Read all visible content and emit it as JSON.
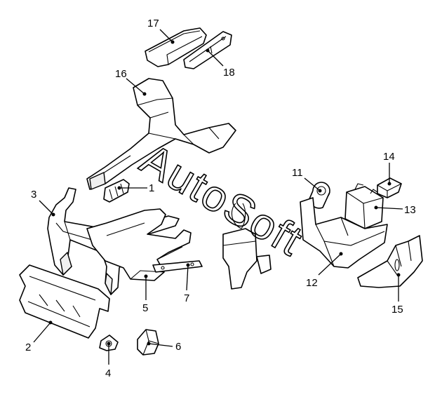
{
  "watermark": "AutoSoft",
  "callouts": [
    {
      "id": "1",
      "label": "1"
    },
    {
      "id": "2",
      "label": "2"
    },
    {
      "id": "3",
      "label": "3"
    },
    {
      "id": "4",
      "label": "4"
    },
    {
      "id": "5",
      "label": "5"
    },
    {
      "id": "6",
      "label": "6"
    },
    {
      "id": "7",
      "label": "7"
    },
    {
      "id": "11",
      "label": "11"
    },
    {
      "id": "12",
      "label": "12"
    },
    {
      "id": "13",
      "label": "13"
    },
    {
      "id": "14",
      "label": "14"
    },
    {
      "id": "15",
      "label": "15"
    },
    {
      "id": "16",
      "label": "16"
    },
    {
      "id": "17",
      "label": "17"
    },
    {
      "id": "18",
      "label": "18"
    }
  ]
}
